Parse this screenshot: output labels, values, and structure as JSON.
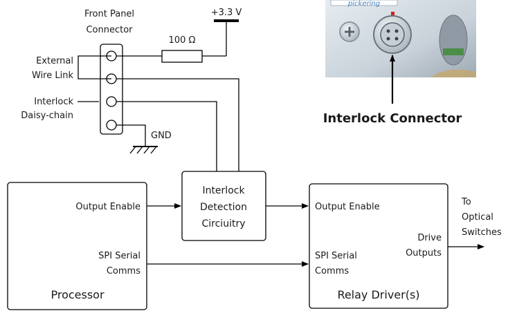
{
  "connector": {
    "title_line1": "Front Panel",
    "title_line2": "Connector",
    "external_line1": "External",
    "external_line2": "Wire Link",
    "interlock_line1": "Interlock",
    "interlock_line2": "Daisy-chain"
  },
  "resistor_label": "100 Ω",
  "supply_label": "+3.3 V",
  "ground_label": "GND",
  "photo": {
    "brand_text": "pickering",
    "caption": "Interlock Connector"
  },
  "detection": {
    "line1": "Interlock",
    "line2": "Detection",
    "line3": "Circiuitry"
  },
  "processor": {
    "title": "Processor",
    "output_enable": "Output Enable",
    "spi_line1": "SPI Serial",
    "spi_line2": "Comms"
  },
  "relay": {
    "title": "Relay Driver(s)",
    "output_enable": "Output Enable",
    "spi_line1": "SPI Serial",
    "spi_line2": "Comms",
    "drive_line1": "Drive",
    "drive_line2": "Outputs"
  },
  "output_target": {
    "line1": "To",
    "line2": "Optical",
    "line3": "Switches"
  },
  "colors": {
    "panel_light": "#d7dfe6",
    "panel_dark": "#9ea9b3",
    "brand_blue": "#4a7fc1",
    "indicator_red": "#d11f1f",
    "pcb_green": "#4c8d49"
  }
}
